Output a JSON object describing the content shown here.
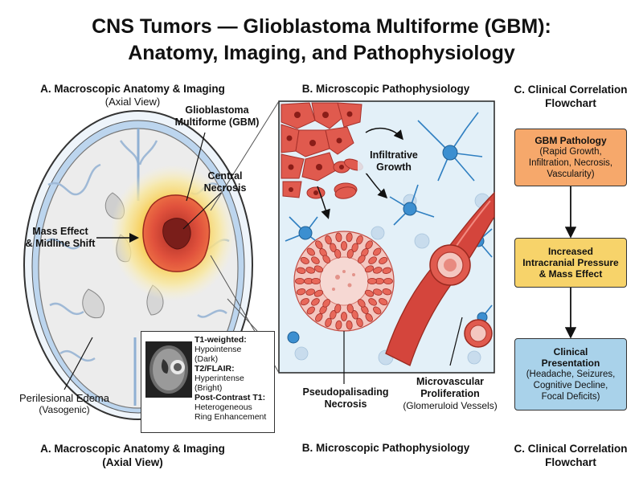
{
  "title": {
    "line1": "CNS Tumors — Glioblastoma Multiforme (GBM):",
    "line2": "Anatomy, Imaging, and Pathophysiology"
  },
  "panel_a": {
    "title": "A. Macroscopic Anatomy & Imaging",
    "subtitle": "(Axial View)",
    "labels": {
      "gbm_line1": "Glioblastoma",
      "gbm_line2": "Multiforme (GBM)",
      "necrosis_line1": "Central",
      "necrosis_line2": "Necrosis",
      "mass_line1": "Mass Effect",
      "mass_line2": "& Midline Shift",
      "edema_line1": "Perilesional Edema",
      "edema_line2": "(Vasogenic)"
    },
    "mri": {
      "t1_title": "T1-weighted:",
      "t1_line1": "Hypointense",
      "t1_line2": "(Dark)",
      "t2_title": "T2/FLAIR:",
      "t2_line1": "Hyperintense",
      "t2_line2": "(Bright)",
      "pc_title": "Post-Contrast T1:",
      "pc_line1": "Heterogeneous",
      "pc_line2": "Ring Enhancement"
    },
    "footer_line1": "A. Macroscopic Anatomy & Imaging",
    "footer_line2": "(Axial View)"
  },
  "panel_b": {
    "title": "B. Microscopic Pathophysiology",
    "labels": {
      "infiltrative_line1": "Infiltrative",
      "infiltrative_line2": "Growth",
      "pseudo_line1": "Pseudopalisading",
      "pseudo_line2": "Necrosis",
      "micro_line1": "Microvascular",
      "micro_line2": "Proliferation",
      "micro_line3": "(Glomeruloid Vessels)"
    },
    "footer": "B. Microscopic Pathophysiology"
  },
  "panel_c": {
    "title_line1": "C. Clinical Correlation",
    "title_line2": "Flowchart",
    "boxes": [
      {
        "title": "GBM Pathology",
        "lines": [
          "(Rapid Growth,",
          "Infiltration, Necrosis,",
          "Vascularity)"
        ],
        "color": "#f6a86b"
      },
      {
        "title": "Increased",
        "lines": [
          "Intracranial Pressure",
          "& Mass Effect"
        ],
        "color": "#f7d36a"
      },
      {
        "title": "Clinical",
        "lines": [
          "Presentation",
          "(Headache, Seizures,",
          "Cognitive Decline,",
          "Focal Deficits)"
        ],
        "color": "#a9d2ea"
      }
    ],
    "footer_line1": "C. Clinical Correlation",
    "footer_line2": "Flowchart"
  },
  "colors": {
    "tumor": "#d9453c",
    "edema": "#f7d35a",
    "vessel": "#c9302c",
    "neuron": "#2f7fc1",
    "background_cells": "#dcecf6"
  }
}
